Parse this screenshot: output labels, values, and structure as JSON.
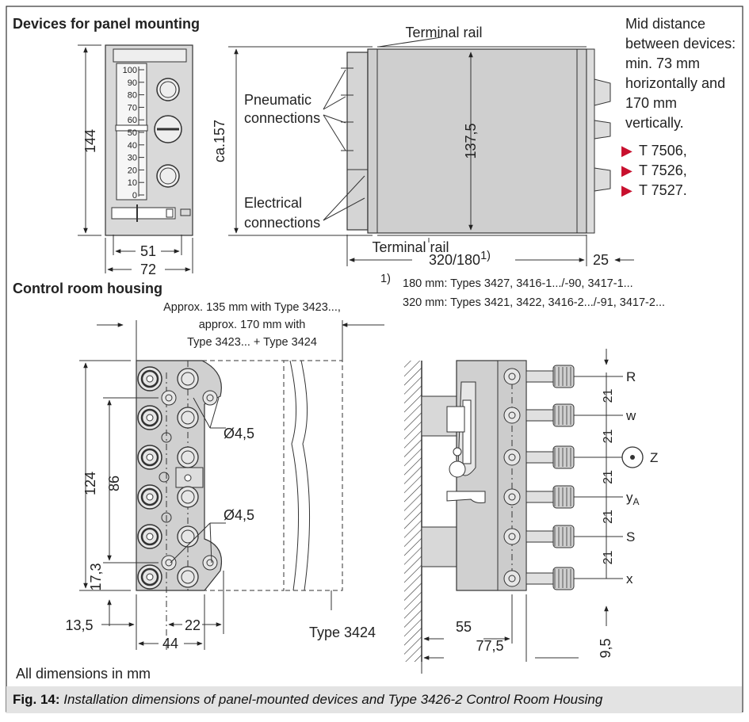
{
  "titles": {
    "panel": "Devices for panel mounting",
    "control_room": "Control room housing"
  },
  "panel_front": {
    "scale": [
      "100",
      "90",
      "80",
      "70",
      "60",
      "50",
      "40",
      "30",
      "20",
      "10",
      "0"
    ],
    "dim_height": "144",
    "dim_width_inner": "51",
    "dim_width_outer": "72"
  },
  "side_view": {
    "terminal_rail_top": "Terminal rail",
    "terminal_rail_bottom": "Terminal rail",
    "pneumatic_line1": "Pneumatic",
    "pneumatic_line2": "connections",
    "electrical_line1": "Electrical",
    "electrical_line2": "connections",
    "dim_total": "ca.157",
    "dim_body": "137,5",
    "dim_length": "320/180",
    "dim_length_note": "1)",
    "dim_right": "25"
  },
  "notes": {
    "lines": [
      "Mid distance",
      "between devices:",
      "min. 73 mm",
      "horizontally and",
      "170 mm",
      "vertically."
    ],
    "refs": [
      "T 7506,",
      "T 7526,",
      "T 7527."
    ],
    "ref_marker": "▶",
    "ref_color": "#c8102e"
  },
  "footnote": {
    "marker": "1)",
    "line1": "180 mm: Types 3427, 3416-1.../-90, 3417-1...",
    "line2": "320 mm: Types 3421, 3422, 3416-2.../-91, 3417-2..."
  },
  "control_room": {
    "approx_line1": "Approx. 135 mm with Type 3423...,",
    "approx_line2": "approx. 170 mm with",
    "approx_line3": "Type 3423... + Type 3424",
    "hole_label_1": "Ø4,5",
    "hole_label_2": "Ø4,5",
    "dim_124": "124",
    "dim_86": "86",
    "dim_173": "17,3",
    "dim_135": "13,5",
    "dim_22": "22",
    "dim_44": "44",
    "type_label": "Type 3424",
    "ports": [
      "R",
      "w",
      "Z",
      "yA",
      "S",
      "x"
    ],
    "port_spacing": [
      "21",
      "21",
      "21",
      "21",
      "21"
    ],
    "dim_55": "55",
    "dim_775": "77,5",
    "dim_95": "9,5"
  },
  "units_note": "All dimensions in mm",
  "caption": {
    "label": "Fig. 14:",
    "text": "Installation dimensions of panel-mounted devices and Type 3426-2 Control Room Housing"
  }
}
